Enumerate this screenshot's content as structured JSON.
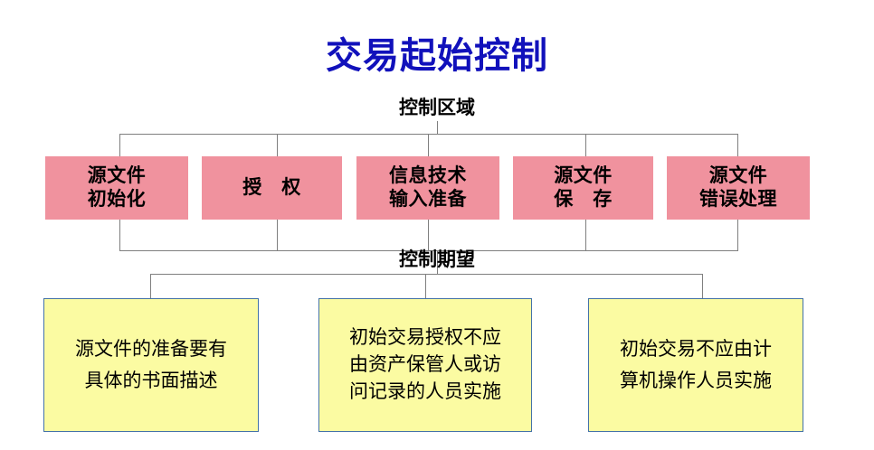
{
  "slide": {
    "title": "交易起始控制",
    "title_color": "#1111bb",
    "background": "#ffffff"
  },
  "sections": {
    "control_area_label": "控制区域",
    "control_expectation_label": "控制期望"
  },
  "control_area_boxes": {
    "fill_color": "#f0929e",
    "items": [
      {
        "line1": "源文件",
        "line2": "初始化"
      },
      {
        "line1": "授　权",
        "line2": ""
      },
      {
        "line1": "信息技术",
        "line2": "输入准备"
      },
      {
        "line1": "源文件",
        "line2": "保　存"
      },
      {
        "line1": "源文件",
        "line2": "错误处理"
      }
    ]
  },
  "control_expectation_boxes": {
    "fill_color": "#fbfba2",
    "border_color": "#4472a8",
    "items": [
      {
        "line1": "源文件的准备要有",
        "line2": "具体的书面描述",
        "line3": ""
      },
      {
        "line1": "初始交易授权不应",
        "line2": "由资产保管人或访",
        "line3": "问记录的人员实施"
      },
      {
        "line1": "初始交易不应由计",
        "line2": "算机操作人员实施",
        "line3": ""
      }
    ]
  },
  "connectors": {
    "line_color": "#7f7f7f"
  }
}
